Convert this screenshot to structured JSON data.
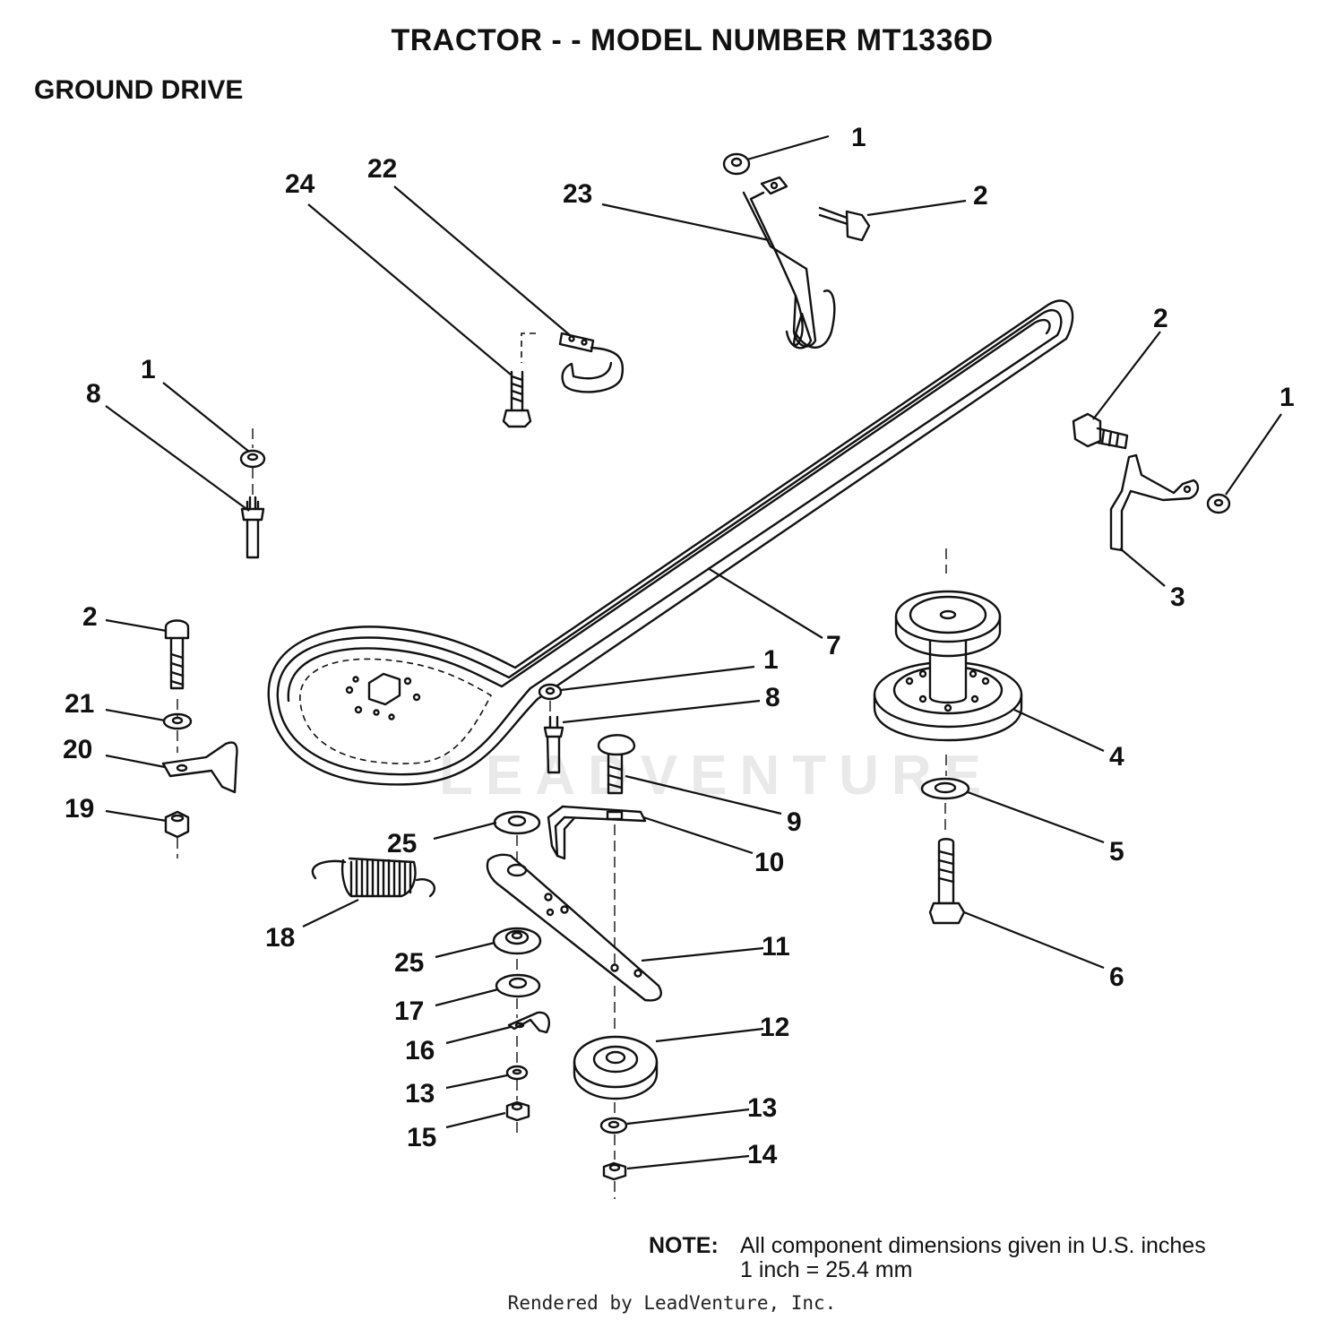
{
  "header": {
    "title": "TRACTOR - - MODEL NUMBER MT1336D",
    "section": "GROUND DRIVE"
  },
  "callouts": [
    {
      "id": "c1a",
      "text": "1"
    },
    {
      "id": "c2a",
      "text": "2"
    },
    {
      "id": "c23",
      "text": "23"
    },
    {
      "id": "c24",
      "text": "24"
    },
    {
      "id": "c22",
      "text": "22"
    },
    {
      "id": "c2b",
      "text": "2"
    },
    {
      "id": "c1b",
      "text": "1"
    },
    {
      "id": "c1c",
      "text": "1"
    },
    {
      "id": "c8a",
      "text": "8"
    },
    {
      "id": "c3",
      "text": "3"
    },
    {
      "id": "c2c",
      "text": "2"
    },
    {
      "id": "c7",
      "text": "7"
    },
    {
      "id": "c1d",
      "text": "1"
    },
    {
      "id": "c8b",
      "text": "8"
    },
    {
      "id": "c21",
      "text": "21"
    },
    {
      "id": "c4",
      "text": "4"
    },
    {
      "id": "c20",
      "text": "20"
    },
    {
      "id": "c19",
      "text": "19"
    },
    {
      "id": "c9",
      "text": "9"
    },
    {
      "id": "c5",
      "text": "5"
    },
    {
      "id": "c25a",
      "text": "25"
    },
    {
      "id": "c10",
      "text": "10"
    },
    {
      "id": "c18",
      "text": "18"
    },
    {
      "id": "c11",
      "text": "11"
    },
    {
      "id": "c6",
      "text": "6"
    },
    {
      "id": "c25b",
      "text": "25"
    },
    {
      "id": "c17",
      "text": "17"
    },
    {
      "id": "c12",
      "text": "12"
    },
    {
      "id": "c16",
      "text": "16"
    },
    {
      "id": "c13a",
      "text": "13"
    },
    {
      "id": "c13b",
      "text": "13"
    },
    {
      "id": "c15",
      "text": "15"
    },
    {
      "id": "c14",
      "text": "14"
    }
  ],
  "note": {
    "label": "NOTE:",
    "line1": "All component dimensions given in U.S. inches",
    "line2": "1 inch = 25.4 mm"
  },
  "watermark": "LEADVENTURE",
  "footer": "Rendered by LeadVenture, Inc."
}
